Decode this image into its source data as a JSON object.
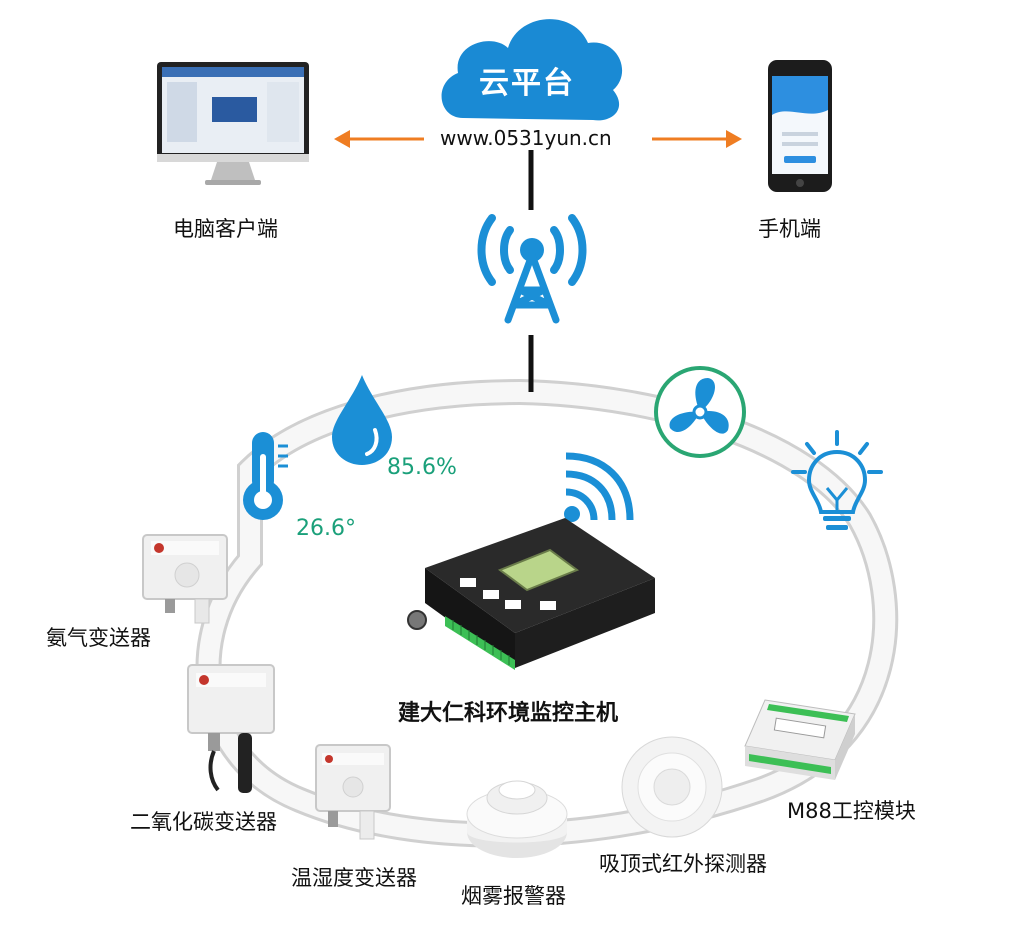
{
  "cloud": {
    "title": "云平台",
    "url": "www.0531yun.cn"
  },
  "clients": {
    "pc_label": "电脑客户端",
    "mobile_label": "手机端"
  },
  "readings": {
    "humidity": "85.6%",
    "temperature": "26.6°"
  },
  "host": {
    "label": "建大仁科环境监控主机"
  },
  "devices": {
    "ammonia": "氨气变送器",
    "co2": "二氧化碳变送器",
    "temp_humidity": "温湿度变送器",
    "smoke": "烟雾报警器",
    "infrared": "吸顶式红外探测器",
    "m88": "M88工控模块"
  },
  "colors": {
    "cloud_blue": "#1a8ad4",
    "icon_blue": "#1b8fd6",
    "arrow_orange": "#ef7d22",
    "reading_green": "#1aa07a",
    "fan_green": "#2aa673"
  }
}
